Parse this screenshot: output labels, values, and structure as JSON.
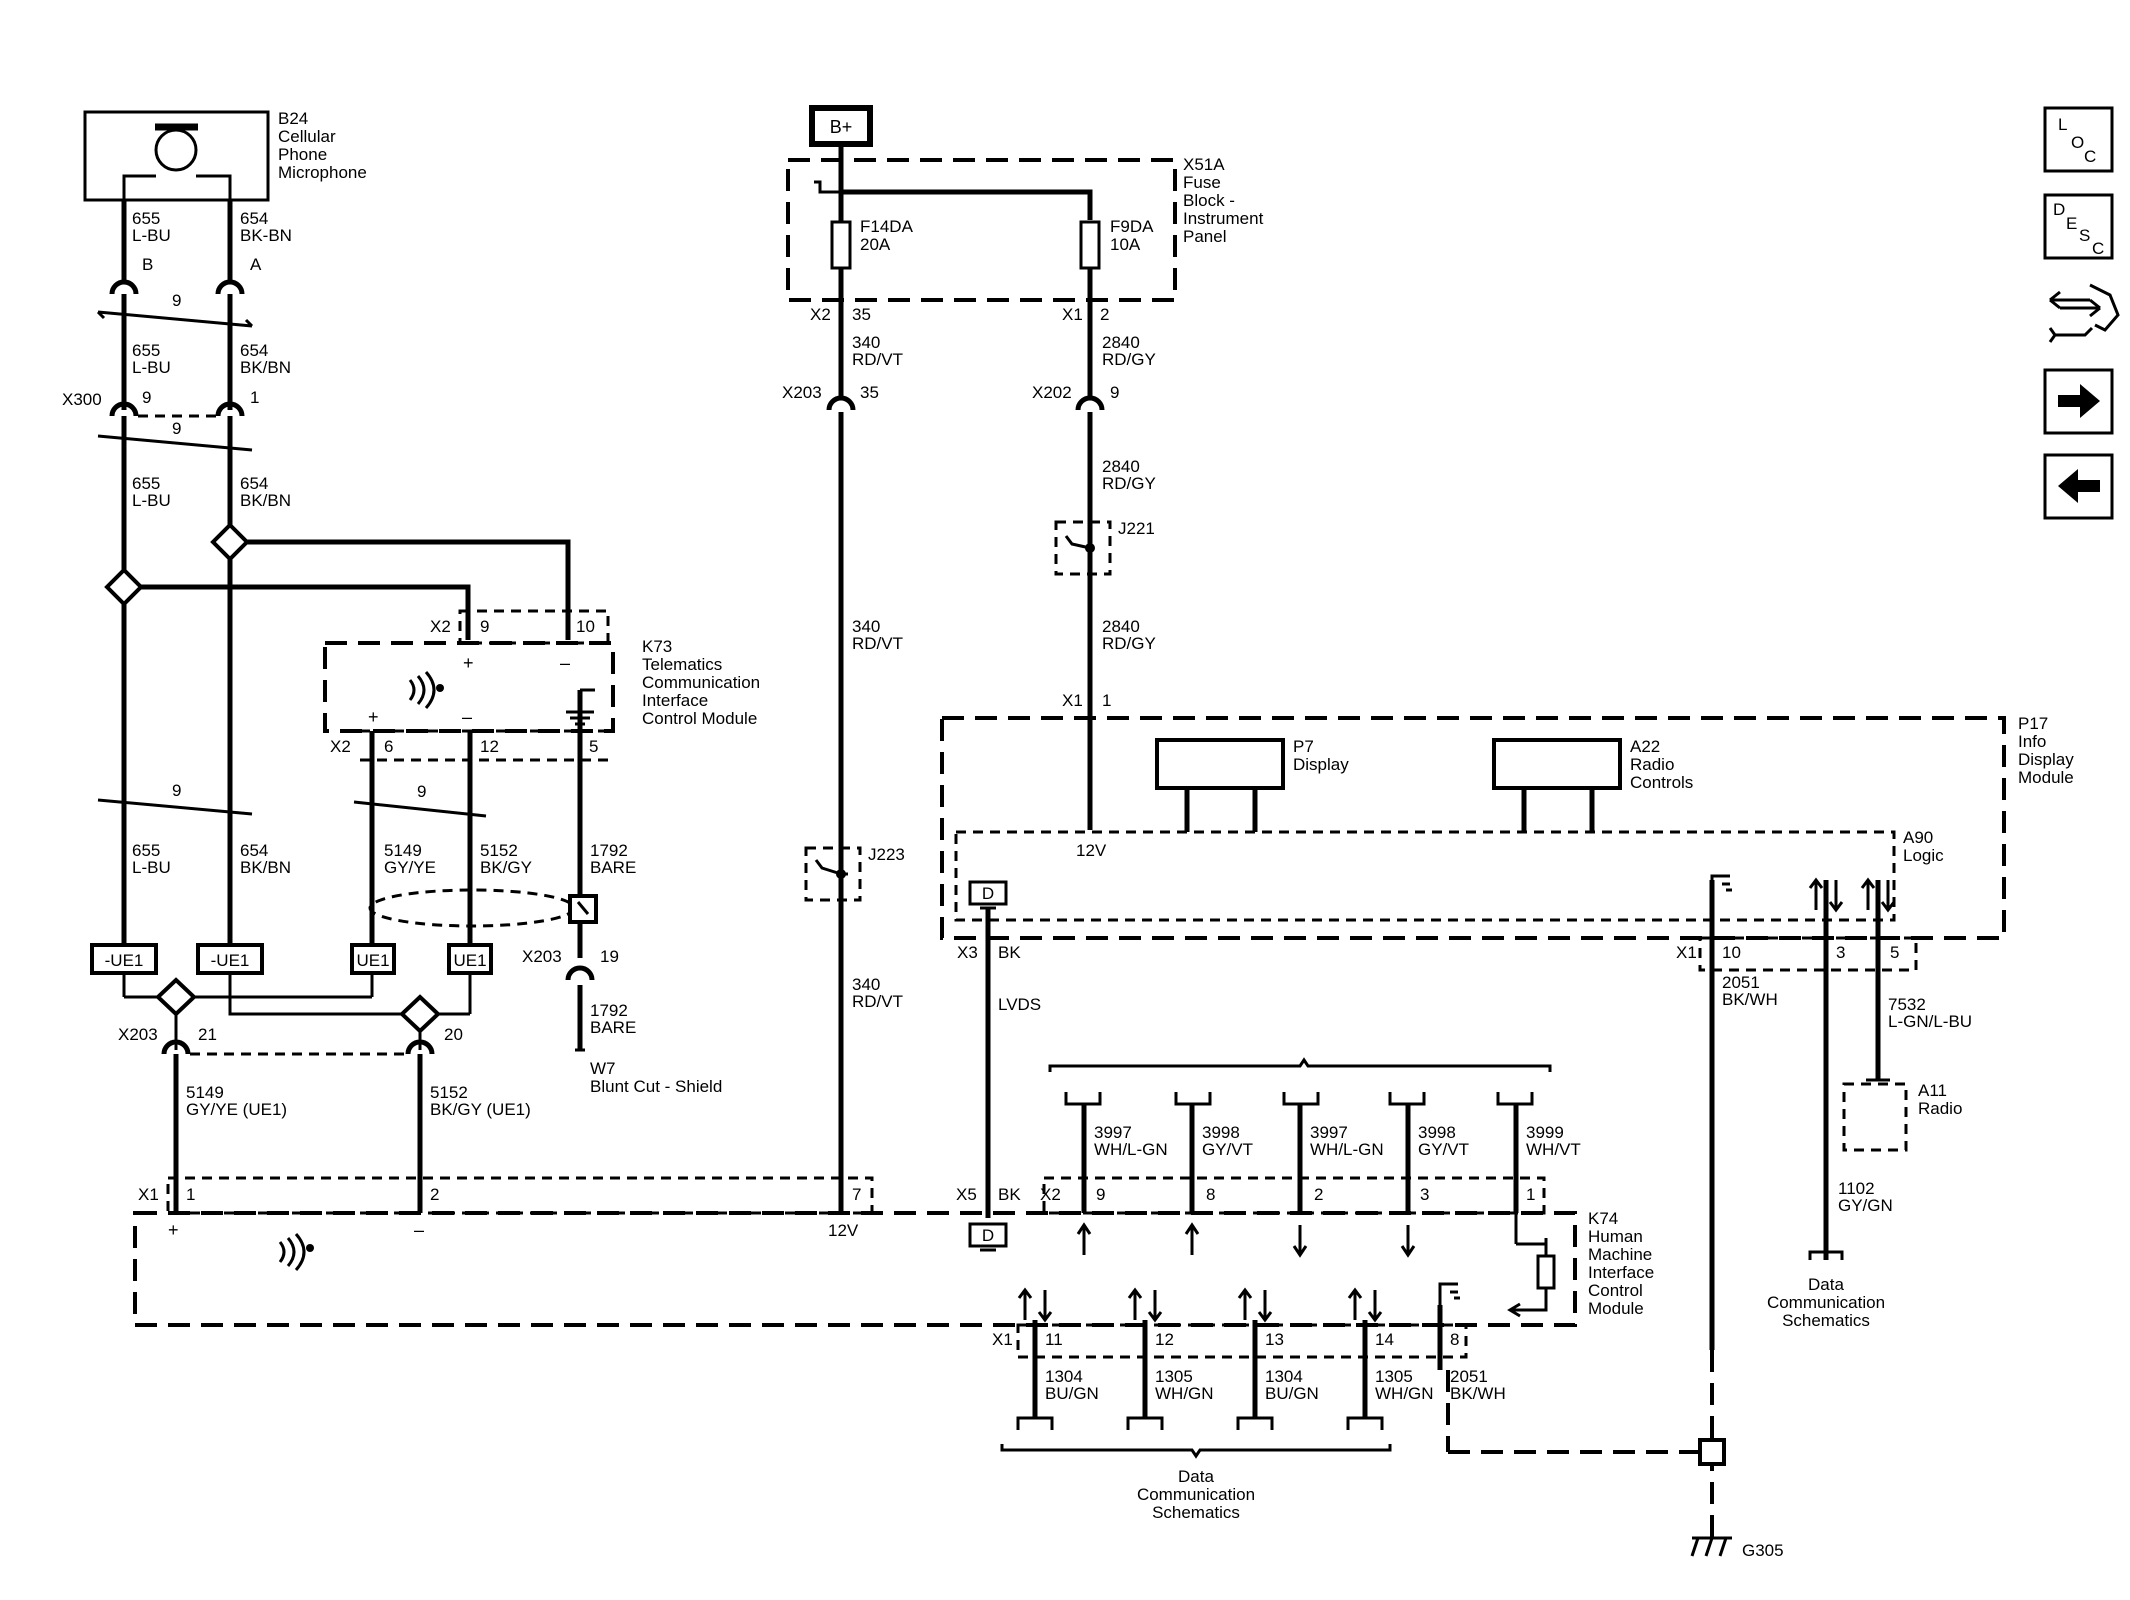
{
  "nav": {
    "loc": [
      "L",
      "O",
      "C"
    ],
    "desc": [
      "D",
      "E",
      "S",
      "C"
    ]
  },
  "b24": {
    "ref": "B24",
    "name": [
      "Cellular",
      "Phone",
      "Microphone"
    ]
  },
  "x51a": {
    "ref": "X51A",
    "name": [
      "Fuse",
      "Block -",
      "Instrument",
      "Panel"
    ]
  },
  "battery": "B+",
  "fuses": {
    "f14": {
      "ref": "F14DA",
      "amp": "20A"
    },
    "f9": {
      "ref": "F9DA",
      "amp": "10A"
    }
  },
  "k73": {
    "ref": "K73",
    "name": [
      "Telematics",
      "Communication",
      "Interface",
      "Control Module"
    ]
  },
  "k74": {
    "ref": "K74",
    "name": [
      "Human",
      "Machine",
      "Interface",
      "Control",
      "Module"
    ]
  },
  "p17": {
    "ref": "P17",
    "name": [
      "Info",
      "Display",
      "Module"
    ]
  },
  "p7": {
    "ref": "P7",
    "name": "Display"
  },
  "a22": {
    "ref": "A22",
    "name": [
      "Radio",
      "Controls"
    ]
  },
  "a90": {
    "ref": "A90",
    "name": "Logic"
  },
  "a11": {
    "ref": "A11",
    "name": "Radio"
  },
  "w7": {
    "ref": "W7",
    "name": "Blunt Cut - Shield"
  },
  "g305": "G305",
  "splices": {
    "j221": "J221",
    "j223": "J223"
  },
  "connectors": {
    "x300": "X300",
    "x203": "X203",
    "x202": "X202",
    "x1": "X1",
    "x2": "X2",
    "x3": "X3",
    "x5": "X5"
  },
  "ue1": [
    "-UE1",
    "-UE1",
    "UE1",
    "UE1"
  ],
  "data_comm": [
    "Data",
    "Communication",
    "Schematics"
  ],
  "labels": {
    "v12": "12V",
    "lvds": "LVDS",
    "bk": "BK",
    "plus": "+",
    "minus": "–",
    "d": "D"
  },
  "pins": {
    "b": "B",
    "a": "A",
    "n9": "9",
    "n1": "1",
    "n10": "10",
    "n35": "35",
    "n2": "2",
    "n6": "6",
    "n12": "12",
    "n5": "5",
    "n19": "19",
    "n21": "21",
    "n20": "20",
    "n7": "7",
    "n8": "8",
    "n3": "3",
    "n11": "11",
    "n13": "13",
    "n14": "14"
  },
  "wires": {
    "w655_lbu_dash": [
      "655",
      "L-BU"
    ],
    "w654_bkbn_dash": [
      "654",
      "BK-BN"
    ],
    "w655_lbu": [
      "655",
      "L-BU"
    ],
    "w654_bkbn": [
      "654",
      "BK/BN"
    ],
    "w340": [
      "340",
      "RD/VT"
    ],
    "w2840": [
      "2840",
      "RD/GY"
    ],
    "w5149": [
      "5149",
      "GY/YE"
    ],
    "w5152": [
      "5152",
      "BK/GY"
    ],
    "w1792": [
      "1792",
      "BARE"
    ],
    "w5149_ue1": [
      "5149",
      "GY/YE (UE1)"
    ],
    "w5152_ue1": [
      "5152",
      "BK/GY (UE1)"
    ],
    "w2051": [
      "2051",
      "BK/WH"
    ],
    "w7532": [
      "7532",
      "L-GN/L-BU"
    ],
    "w1102": [
      "1102",
      "GY/GN"
    ],
    "w3997": [
      "3997",
      "WH/L-GN"
    ],
    "w3998": [
      "3998",
      "GY/VT"
    ],
    "w3999": [
      "3999",
      "WH/VT"
    ],
    "w1304": [
      "1304",
      "BU/GN"
    ],
    "w1305": [
      "1305",
      "WH/GN"
    ]
  }
}
